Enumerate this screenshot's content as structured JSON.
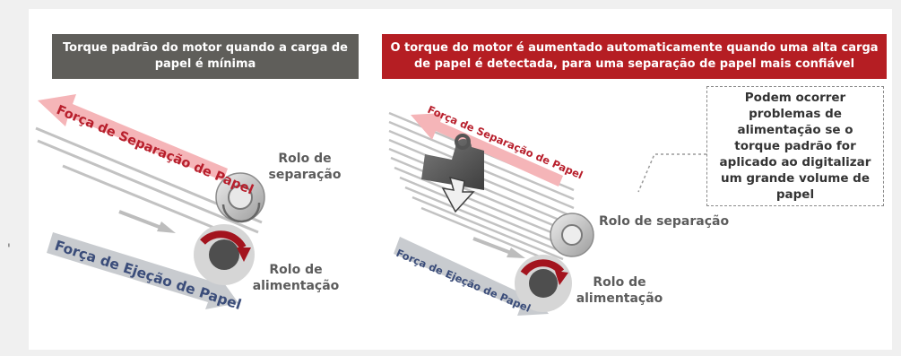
{
  "left": {
    "header": "Torque padrão do motor quando a carga de papel é mínima",
    "separation_force": "Força de Separação de Papel",
    "ejection_force": "Força de Ejeção de Papel",
    "separation_roller": "Rolo de separação",
    "feed_roller": "Rolo de alimentação"
  },
  "right": {
    "header": "O torque do motor é aumentado automaticamente quando uma alta carga de papel é detectada, para uma separação de papel mais confiável",
    "separation_force": "Força de Separação de Papel",
    "ejection_force": "Força de Ejeção de Papel",
    "separation_roller": "Rolo de separação",
    "feed_roller": "Rolo de alimentação",
    "note": "Podem ocorrer problemas de alimentação se o torque padrão for aplicado ao digitalizar um grande volume de papel"
  },
  "margin_mark": "'",
  "colors": {
    "gray_header": "#5f5e5a",
    "red_header": "#b51e23",
    "separation_arrow": "#f5b5b8",
    "ejection_arrow": "#c8cbcf",
    "torque_arrow": "#a3141e"
  },
  "icons": [
    "weight-icon",
    "torque-arrow-icon",
    "roller-icon"
  ]
}
